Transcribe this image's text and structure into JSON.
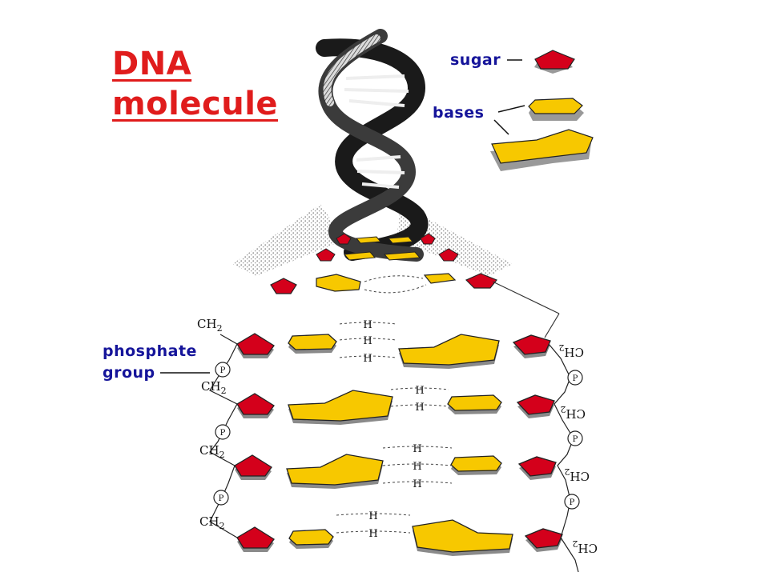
{
  "title": {
    "line1": "DNA",
    "line2": "molecule"
  },
  "legend": {
    "sugar": "sugar",
    "bases": "bases"
  },
  "labels": {
    "phosphate_line1": "phosphate",
    "phosphate_line2": "group",
    "hydrogen": "H",
    "phosphorus": "P",
    "ch2": "CH",
    "ch2_sub": "2"
  },
  "colors": {
    "sugar": "#d4001b",
    "base": "#f7c800",
    "backbone": "#2a2a2a",
    "title": "#e01c1c",
    "legend_text": "#15149a"
  }
}
